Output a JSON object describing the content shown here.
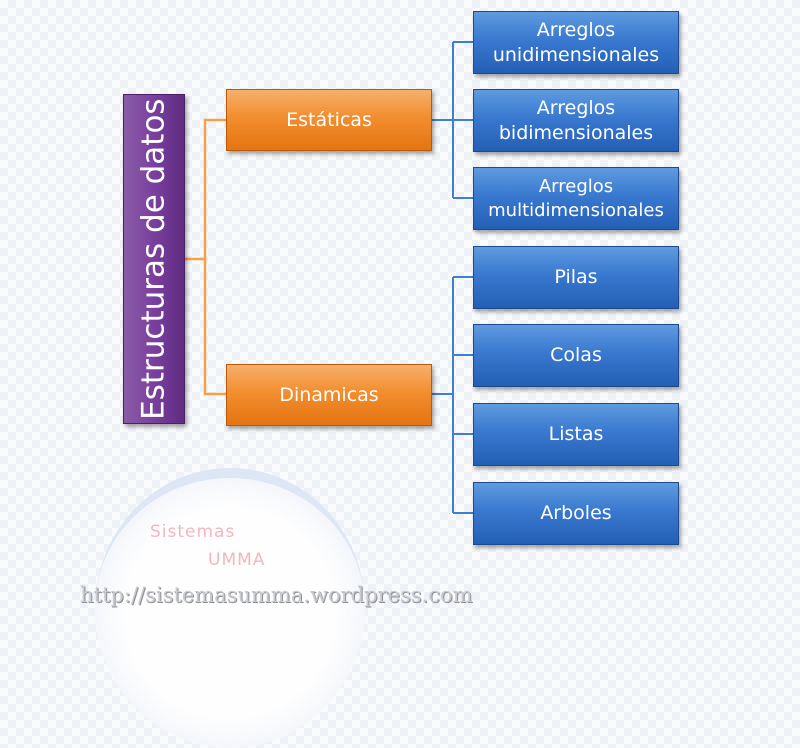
{
  "diagram": {
    "root": {
      "label": "Estructuras de datos"
    },
    "branches": [
      {
        "label": "Estáticas",
        "children": [
          "Arreglos unidimensionales",
          "Arreglos bidimensionales",
          "Arreglos multidimensionales"
        ]
      },
      {
        "label": "Dinamicas",
        "children": [
          "Pilas",
          "Colas",
          "Listas",
          "Arboles"
        ]
      }
    ],
    "colors": {
      "root": "#7a3f9e",
      "level1": "#f28e2f",
      "level2": "#3979cf",
      "connector_root": "#f5a04a",
      "connector_child": "#3f7fd0"
    }
  },
  "watermark": {
    "line1": "Sistemas",
    "line2": "UMMA",
    "url": "http://sistemasumma.wordpress.com"
  }
}
